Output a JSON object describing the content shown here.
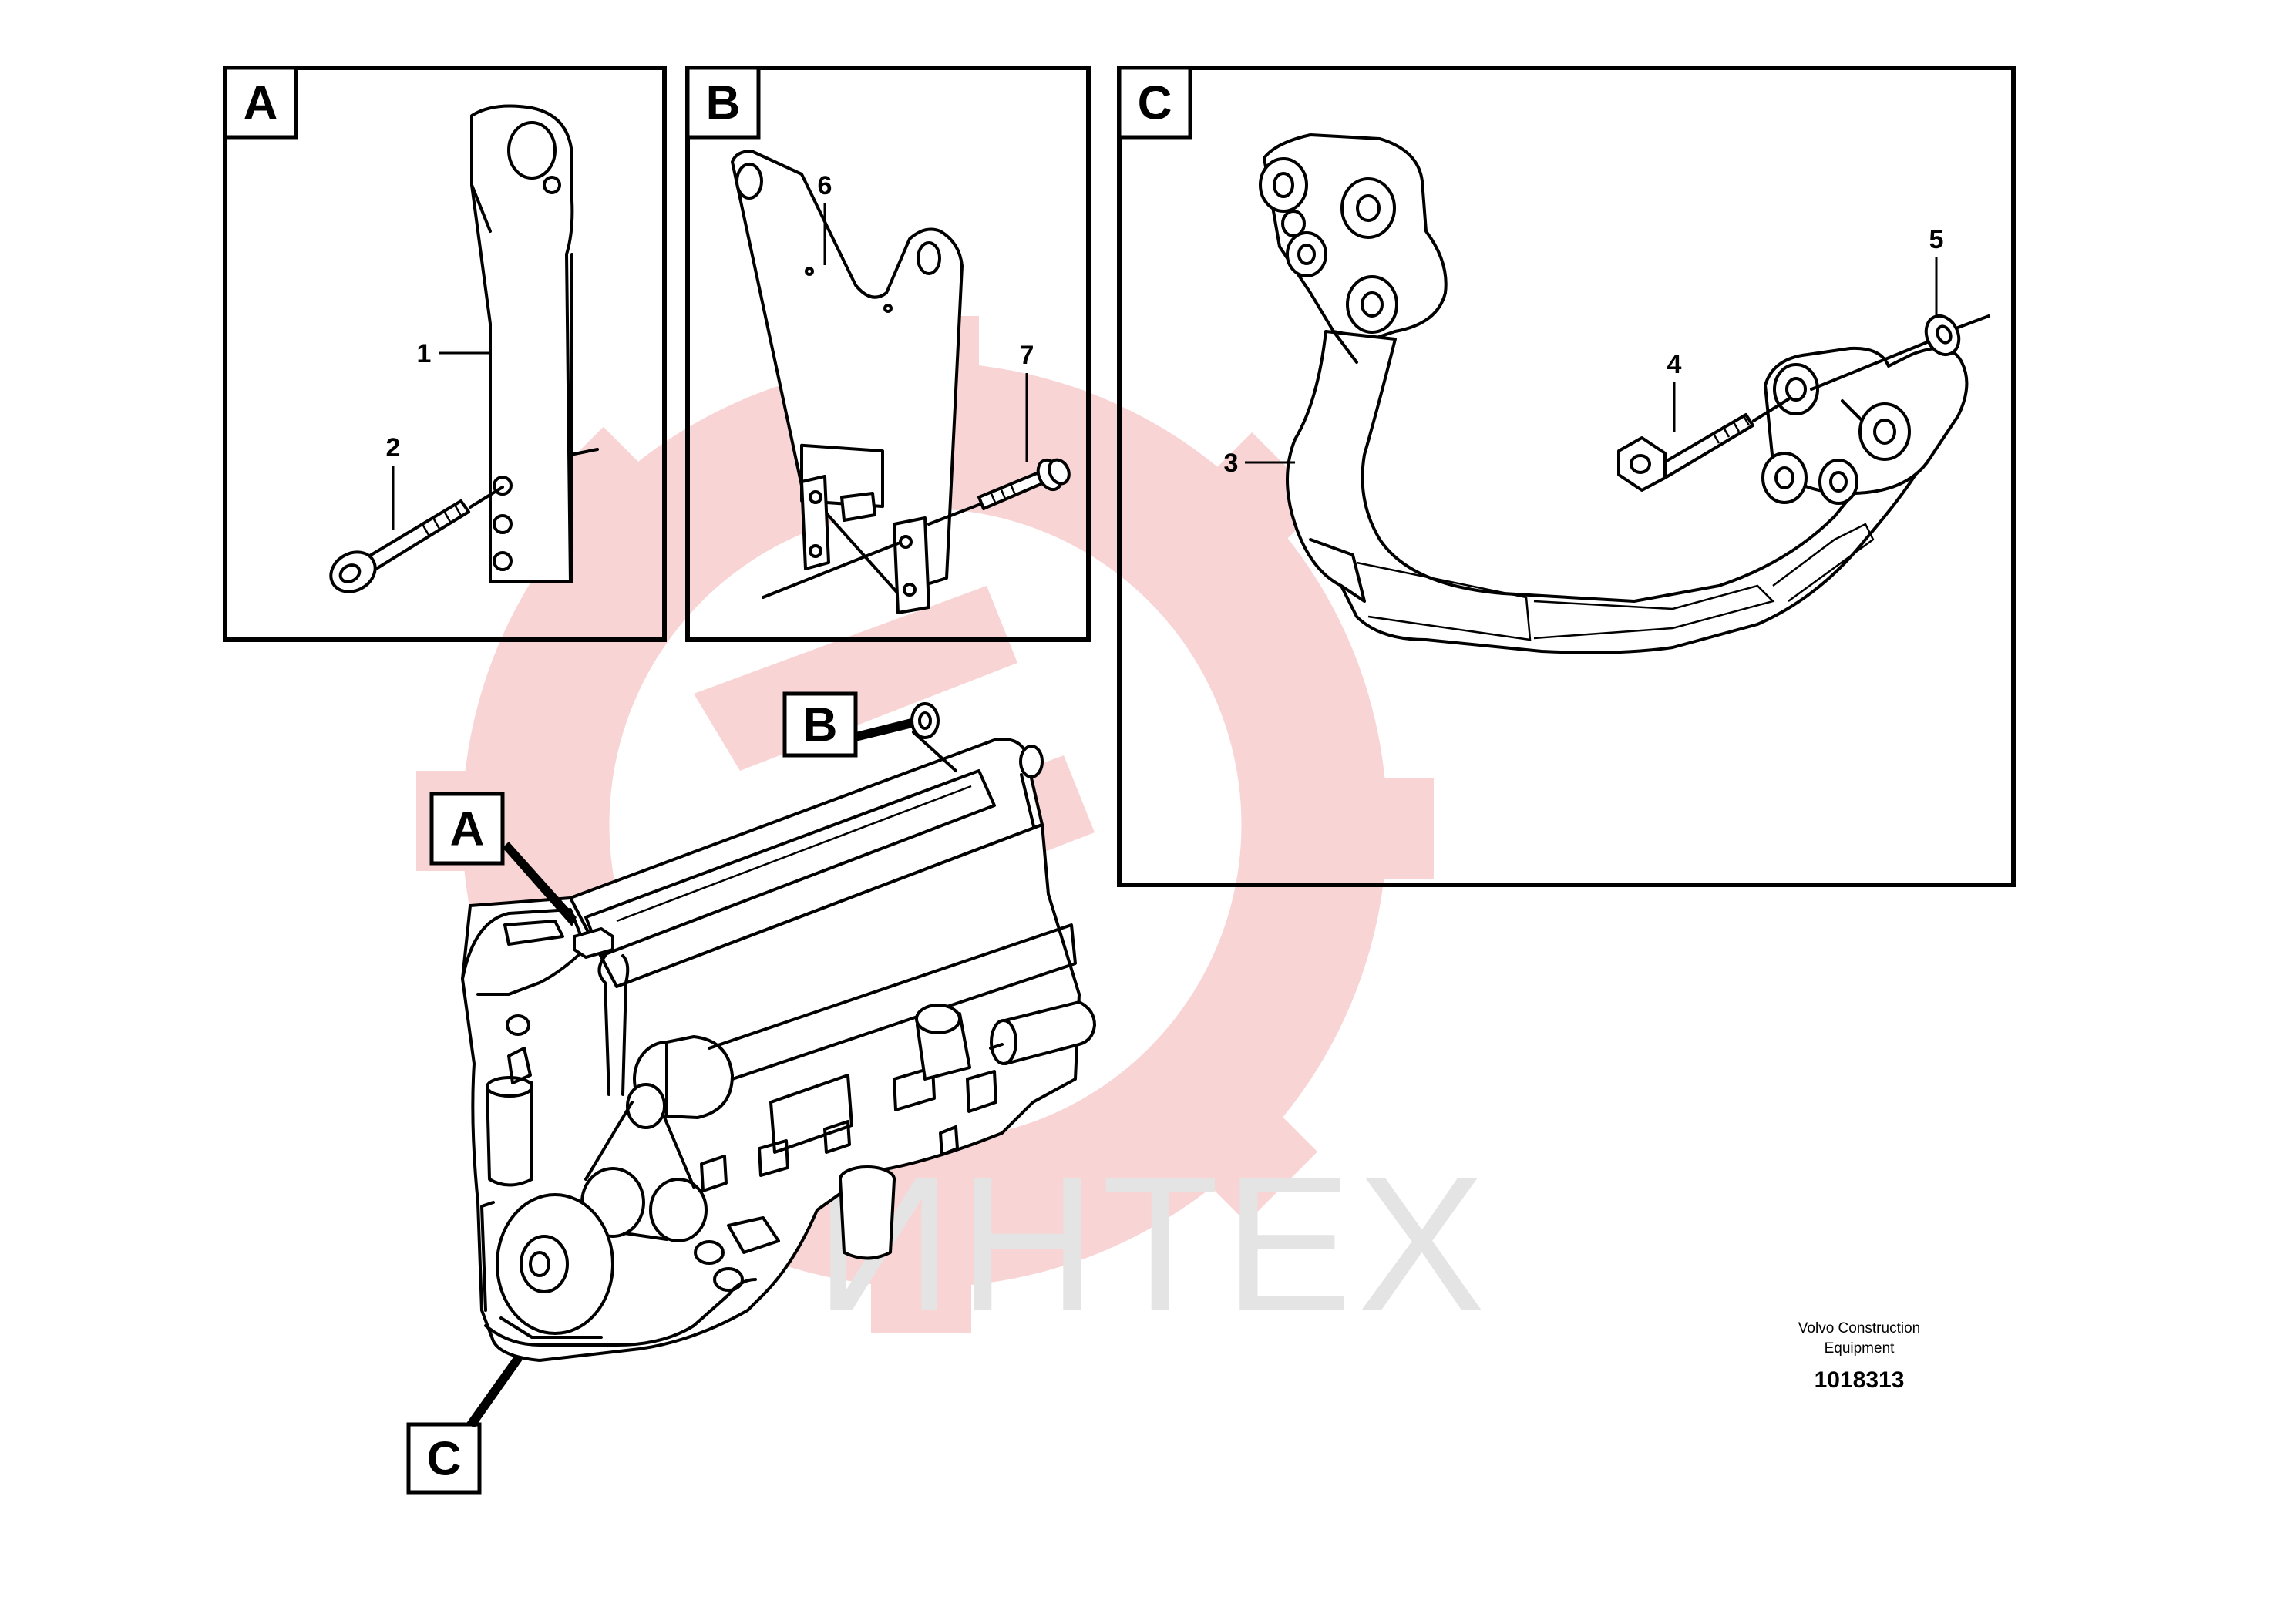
{
  "panels": {
    "a": {
      "tag": "A",
      "callouts": {
        "part1": "1",
        "part2": "2"
      }
    },
    "b": {
      "tag": "B",
      "callouts": {
        "part6": "6",
        "part7": "7"
      }
    },
    "c": {
      "tag": "C",
      "callouts": {
        "part3": "3",
        "part4": "4",
        "part5": "5"
      }
    }
  },
  "engine_view": {
    "pointers": {
      "a": "A",
      "b": "B",
      "c": "C"
    }
  },
  "watermark": {
    "text": "ИНТЕХ",
    "color": "#f9d4d4"
  },
  "credit": {
    "line1": "Volvo Construction",
    "line2": "Equipment",
    "doc_number": "1018313"
  }
}
